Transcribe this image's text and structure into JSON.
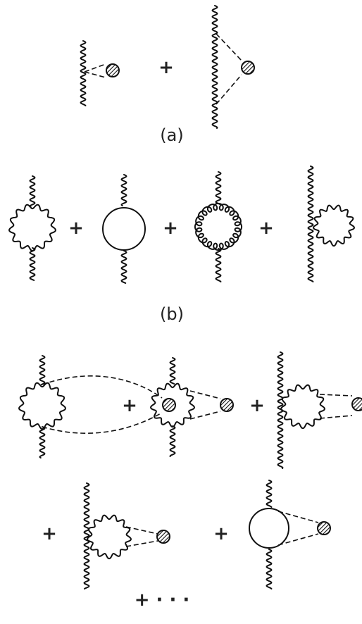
{
  "labels": {
    "a": "(a)",
    "b": "(b)",
    "ellipsis": "+ · · ·"
  },
  "plus_sign": "+",
  "colors": {
    "ink": "#111111",
    "background": "#ffffff"
  },
  "icons": [
    "hatched-blob",
    "wavy-line",
    "dashed-line",
    "solid-loop",
    "curly-loop"
  ]
}
